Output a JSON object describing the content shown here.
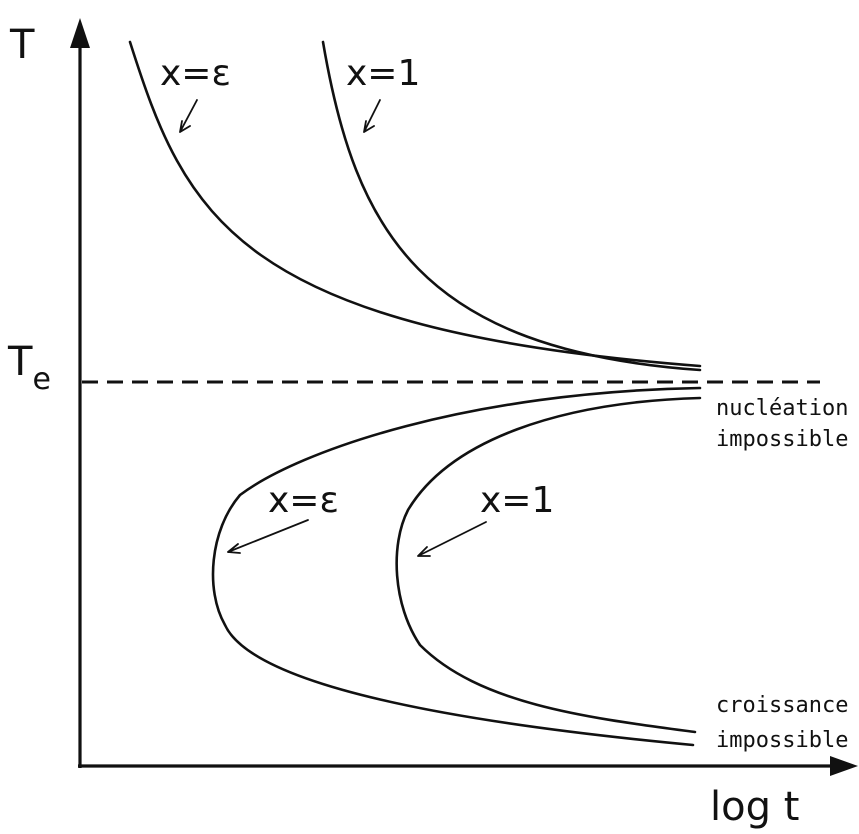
{
  "axes": {
    "y_label": "T",
    "x_label": "log t",
    "te_label": "T",
    "te_subscript": "e"
  },
  "curves": {
    "upper_epsilon": "x=ε",
    "upper_one": "x=1",
    "lower_epsilon": "x=ε",
    "lower_one": "x=1"
  },
  "annotations": {
    "nucleation_line1": "nucléation",
    "nucleation_line2": "impossible",
    "croissance_line1": "croissance",
    "croissance_line2": "impossible"
  }
}
